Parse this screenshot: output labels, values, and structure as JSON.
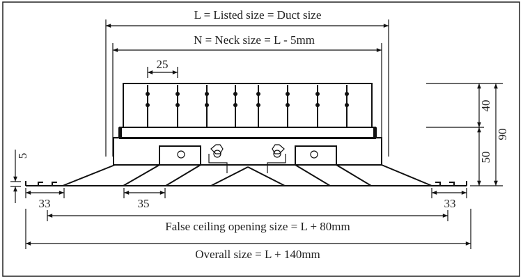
{
  "labels": {
    "listed": "L = Listed size = Duct size",
    "neck": "N = Neck size = L - 5mm",
    "blade_pitch": "25",
    "height_top": "40",
    "height_bottom": "50",
    "height_total": "90",
    "flange_thickness": "5",
    "left_margin": "33",
    "right_margin": "33",
    "cone_step": "35",
    "false_ceiling": "False ceiling opening size = L + 80mm",
    "overall": "Overall size = L + 140mm"
  }
}
